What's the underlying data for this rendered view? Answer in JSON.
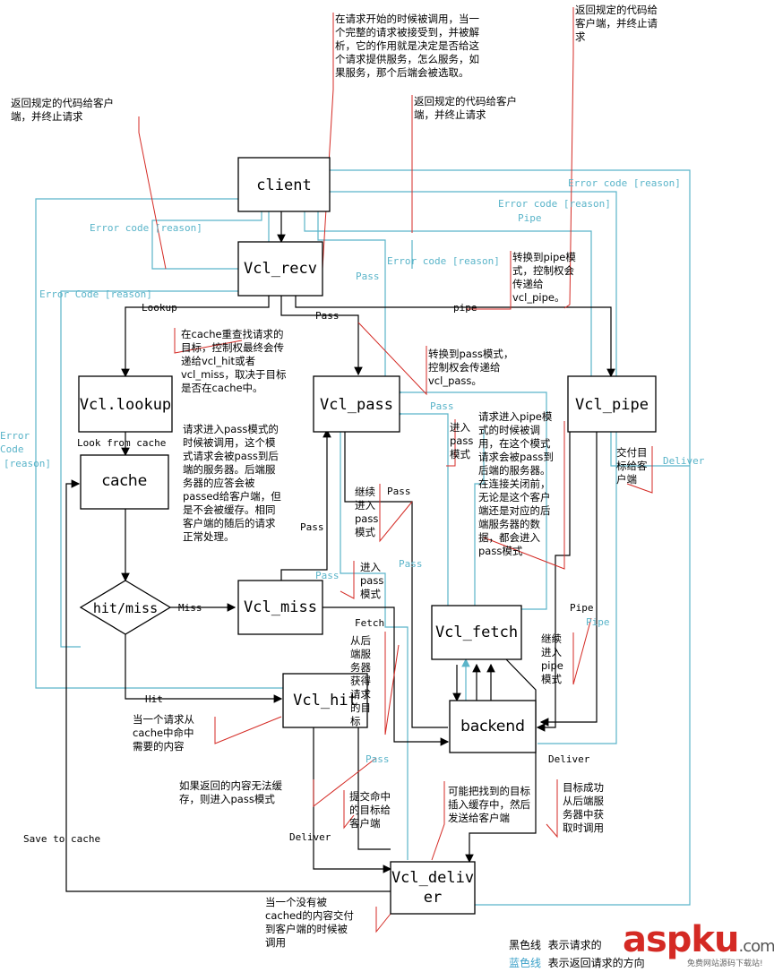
{
  "nodes": {
    "client": "client",
    "recv": "Vcl_recv",
    "lookup": "Vcl.lookup",
    "cache": "cache",
    "hitmiss": "hit/miss",
    "pass": "Vcl_pass",
    "miss": "Vcl_miss",
    "hit": "Vcl_hit",
    "fetch": "Vcl_fetch",
    "backend": "backend",
    "pipe": "Vcl_pipe",
    "deliver_1": "Vcl_deliv",
    "deliver_2": "er"
  },
  "edges": {
    "lookup": "Lookup",
    "pass": "Pass",
    "pipe": "pipe",
    "look_from_cache": "Look from cache",
    "miss": "Miss",
    "hit": "Hit",
    "pass_hitmiss": "Pass",
    "fetch": "Fetch",
    "deliver": "Deliver",
    "deliver_right": "Deliver",
    "pipe_right": "Pipe",
    "pass_continue": "Pass",
    "save_to_cache": "Save to cache"
  },
  "blue_edges": {
    "error_code_1": "Error code [reason]",
    "error_code_2": "Error code [reason]",
    "error_code_3": "Error Code [reason]",
    "error_code_4": "Error code [reason]",
    "error_code_5": "Error code [reason]",
    "error_left_1": "Error",
    "error_left_2": "Code",
    "error_left_3": "[reason]",
    "pipe_top": "Pipe",
    "pass_recv": "Pass",
    "pass_pass": "Pass",
    "pass_miss": "Pass",
    "pass_fetch": "Pass",
    "pass_hit": "Pass",
    "pipe_fetch": "Pipe",
    "deliver_pipe": "Deliver"
  },
  "notes": {
    "recv_top": [
      "在请求开始的时候被调用，当一",
      "个完整的请求被接受到，并被解",
      "析，它的作用就是决定是否给这",
      "个请求提供服务，怎么服务，如",
      "果服务，那个后端会被选取。"
    ],
    "top_right": [
      "返回规定的代码给",
      "客户端，并终止请",
      "求"
    ],
    "top_left": [
      "返回规定的代码给客户",
      "端，并终止请求"
    ],
    "top_mid": [
      "返回规定的代码给客户",
      "端，并终止请求"
    ],
    "pipe_mode": [
      "转换到pipe模",
      "式，控制权会",
      "传递给",
      "vcl_pipe。"
    ],
    "lookup": [
      "在cache重查找请求的",
      "目标，控制权最终会传",
      "递给vcl_hit或者",
      "vcl_miss，取决于目标",
      "是否在cache中。"
    ],
    "pass_mode": [
      "转换到pass模式，",
      "控制权会传递给",
      "vcl_pass。"
    ],
    "pass_desc": [
      "请求进入pass模式的",
      "时候被调用，这个模",
      "式请求会被pass到后",
      "端的服务器。后端服",
      "务器的应答会被",
      "passed给客户端，但",
      "是不会被缓存。相同",
      "客户端的随后的请求",
      "正常处理。"
    ],
    "enter_pass_1": [
      "进入",
      "pass",
      "模式"
    ],
    "pipe_desc": [
      "请求进入pipe模",
      "式的时候被调",
      "用，在这个模式",
      "请求会被pass到",
      "后端的服务器。",
      "在连接关闭前，",
      "无论是这个客户",
      "端还是对应的后",
      "端服务器的数",
      "据，都会进入",
      "pass模式"
    ],
    "deliver_client": [
      "交付目",
      "标给客",
      "户端"
    ],
    "continue_pass": [
      "继续",
      "进入",
      "pass",
      "模式"
    ],
    "enter_pass_2": [
      "进入",
      "pass",
      "模式"
    ],
    "fetch_desc": [
      "从后",
      "端服",
      "务器",
      "获得",
      "请求",
      "的目",
      "标"
    ],
    "continue_pipe": [
      "继续",
      "进入",
      "pipe",
      "模式"
    ],
    "hit_desc": [
      "当一个请求从",
      "cache中命中",
      "需要的内容"
    ],
    "no_cache": [
      "如果返回的内容无法缓",
      "存，则进入pass模式"
    ],
    "submit_hit": [
      "提交命中",
      "的目标给",
      "客户端"
    ],
    "maybe_cache": [
      "可能把找到的目标",
      "插入缓存中，然后",
      "发送给客户端"
    ],
    "fetch_success": [
      "目标成功",
      "从后端服",
      "务器中获",
      "取时调用"
    ],
    "deliver_desc": [
      "当一个没有被",
      "cached的内容交付",
      "到客户端的时候被",
      "调用"
    ]
  },
  "legend": {
    "black_name": "黑色线",
    "black_desc": "表示请求的",
    "blue_name": "蓝色线",
    "blue_desc": "表示返回请求的方向"
  },
  "watermark": {
    "brand": "aspku",
    "domain": ".com",
    "tagline": "免费网站源码下载站!"
  }
}
